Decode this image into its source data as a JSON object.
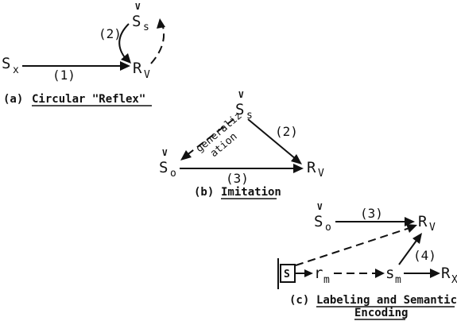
{
  "panel_a": {
    "sx_main": "S",
    "sx_sub": "x",
    "ss_sup": "V",
    "ss_main": "S",
    "ss_sub": "s",
    "rv_main": "R",
    "rv_sub": "V",
    "arrow_1": "(1)",
    "arrow_2": "(2)",
    "caption_tag": "(a)",
    "caption_text": "Circular \"Reflex\""
  },
  "panel_b": {
    "ss_sup": "V",
    "ss_main": "S",
    "ss_sub": "s",
    "so_sup": "V",
    "so_main": "S",
    "so_sub": "o",
    "rv_main": "R",
    "rv_sub": "V",
    "arrow_2": "(2)",
    "arrow_3": "(3)",
    "gen_line1": "generaliz",
    "gen_line2": "ation",
    "caption_tag": "(b)",
    "caption_text": "Imitation"
  },
  "panel_c": {
    "so_sup": "V",
    "so_main": "S",
    "so_sub": "o",
    "rv_main": "R",
    "rv_sub": "V",
    "box_label": "S",
    "rm_main": "r",
    "rm_sub": "m",
    "sm_main": "s",
    "sm_sub": "m",
    "rx_main": "R",
    "rx_sub": "X",
    "arrow_3": "(3)",
    "arrow_4": "(4)",
    "caption_tag": "(c)",
    "caption_line1": "Labeling and Semantic",
    "caption_line2": "Encoding"
  }
}
